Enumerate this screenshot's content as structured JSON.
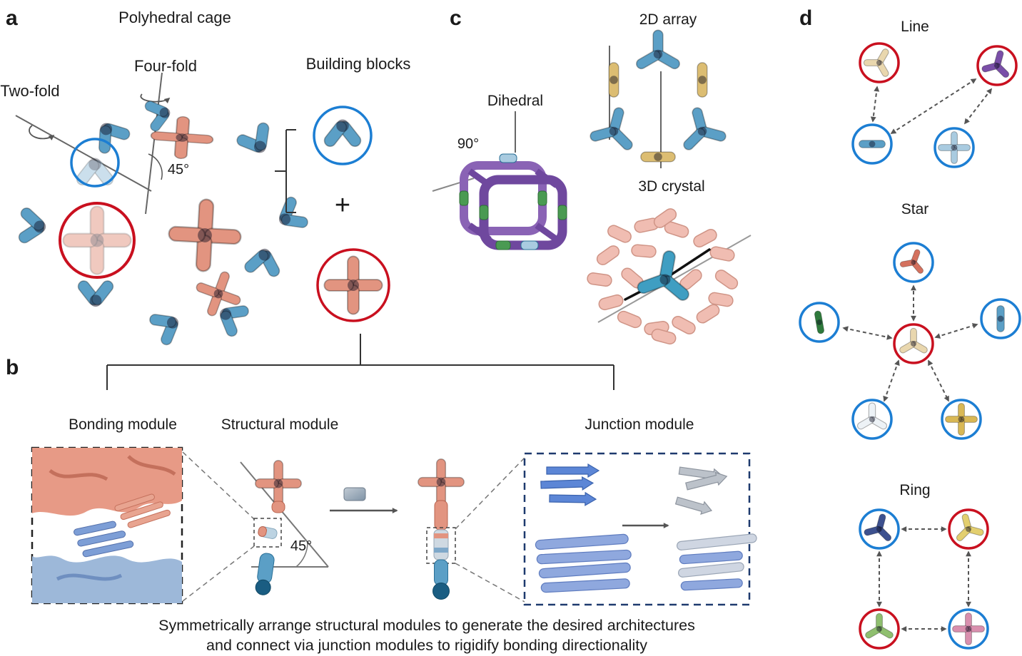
{
  "figure": {
    "panel_a": {
      "label": "a",
      "title": "Polyhedral cage",
      "four_fold_label": "Four-fold",
      "two_fold_label": "Two-fold",
      "angle_label": "45°",
      "building_blocks": {
        "title": "Building blocks",
        "plus": "+"
      }
    },
    "panel_b": {
      "label": "b",
      "bonding_module_label": "Bonding module",
      "structural_module_label": "Structural module",
      "junction_module_label": "Junction module",
      "angle_label": "45°",
      "caption_line1": "Symmetrically arrange structural modules to generate the desired architectures",
      "caption_line2": "and connect via junction modules to rigidify bonding directionality"
    },
    "panel_c": {
      "label": "c",
      "dihedral_label": "Dihedral",
      "angle_label": "90°",
      "array2d_label": "2D array",
      "crystal3d_label": "3D crystal"
    },
    "panel_d": {
      "label": "d",
      "line_label": "Line",
      "star_label": "Star",
      "ring_label": "Ring"
    }
  },
  "colors": {
    "blue": "#5b9fc6",
    "blue_dark": "#2a6f96",
    "blue_deep": "#1a5d82",
    "blue_pale": "#a9cbe0",
    "salmon": "#e29480",
    "salmon_dark": "#b8644f",
    "red_ring": "#c9101f",
    "blue_ring": "#1c7ed3",
    "purple": "#6f489e",
    "purple_light": "#8a63b5",
    "purple_piece": "#7a4fa8",
    "green": "#4a9a52",
    "green_dark": "#2f7a3c",
    "green_light": "#8fbf6f",
    "yellow": "#d9b855",
    "yellow_pale": "#e3cf6f",
    "gold_tan": "#dcbd72",
    "pink": "#f0bdb2",
    "pink_dark": "#cf9486",
    "pink_piece": "#d98fae",
    "cream": "#e9d7ae",
    "navy": "#3d518f",
    "navy_box": "#1e3a6e",
    "white_piece": "#edf2f6"
  }
}
